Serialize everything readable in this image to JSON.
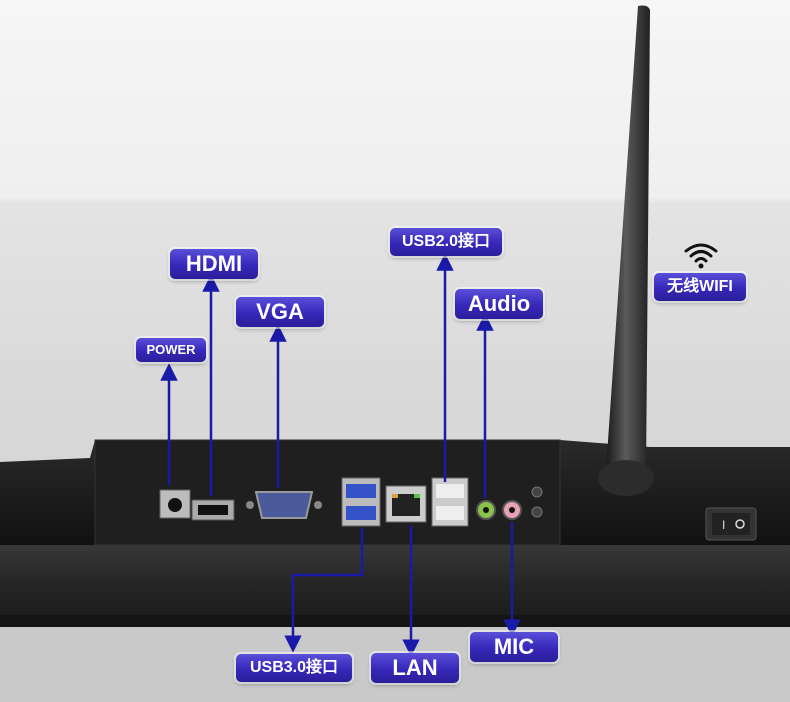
{
  "labels": {
    "hdmi": "HDMI",
    "vga": "VGA",
    "power": "POWER",
    "usb20": "USB2.0接口",
    "audio": "Audio",
    "wifi": "无线WIFI",
    "usb30": "USB3.0接口",
    "lan": "LAN",
    "mic": "MIC"
  },
  "icons": {
    "wifi": "wifi-icon"
  },
  "colors": {
    "label_bg": "#3527b8",
    "arrow": "#1a1aa8",
    "panel": "#1c1c1c"
  }
}
